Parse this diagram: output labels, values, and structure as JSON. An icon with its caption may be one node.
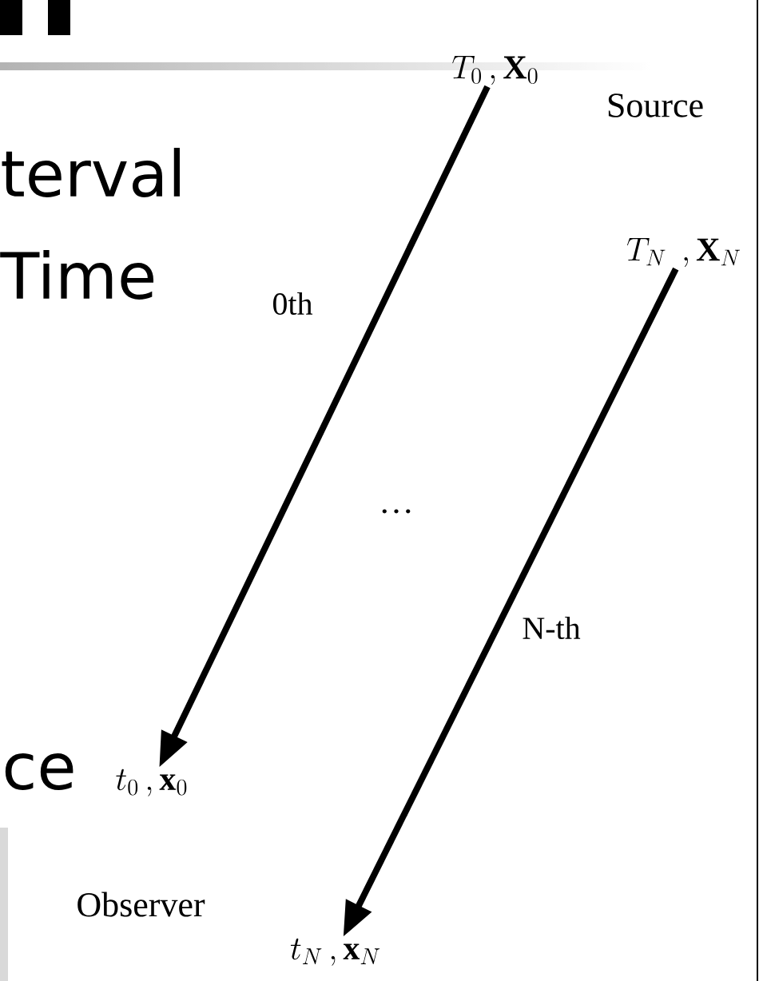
{
  "diagram": {
    "nodes": [
      {
        "text": [
          "T_0\\,, \\mathbf{X}_0"
        ]
      },
      {
        "text": [
          "T_N\\;\\,, \\mathbf{X}_N"
        ]
      },
      {
        "text": [
          "t_0\\,, \\mathbf{x}_0"
        ]
      },
      {
        "text": [
          "t_N\\,, \\mathbf{x}_N"
        ]
      }
    ],
    "edges": [
      {
        "from": 0,
        "to": 2,
        "arrow": "to",
        "label": "0th"
      },
      {
        "from": 1,
        "to": 3,
        "arrow": "to",
        "label": "N-th"
      }
    ],
    "labels": [
      "Source",
      "terval",
      "Time",
      "…",
      "ce",
      "Observer"
    ]
  }
}
